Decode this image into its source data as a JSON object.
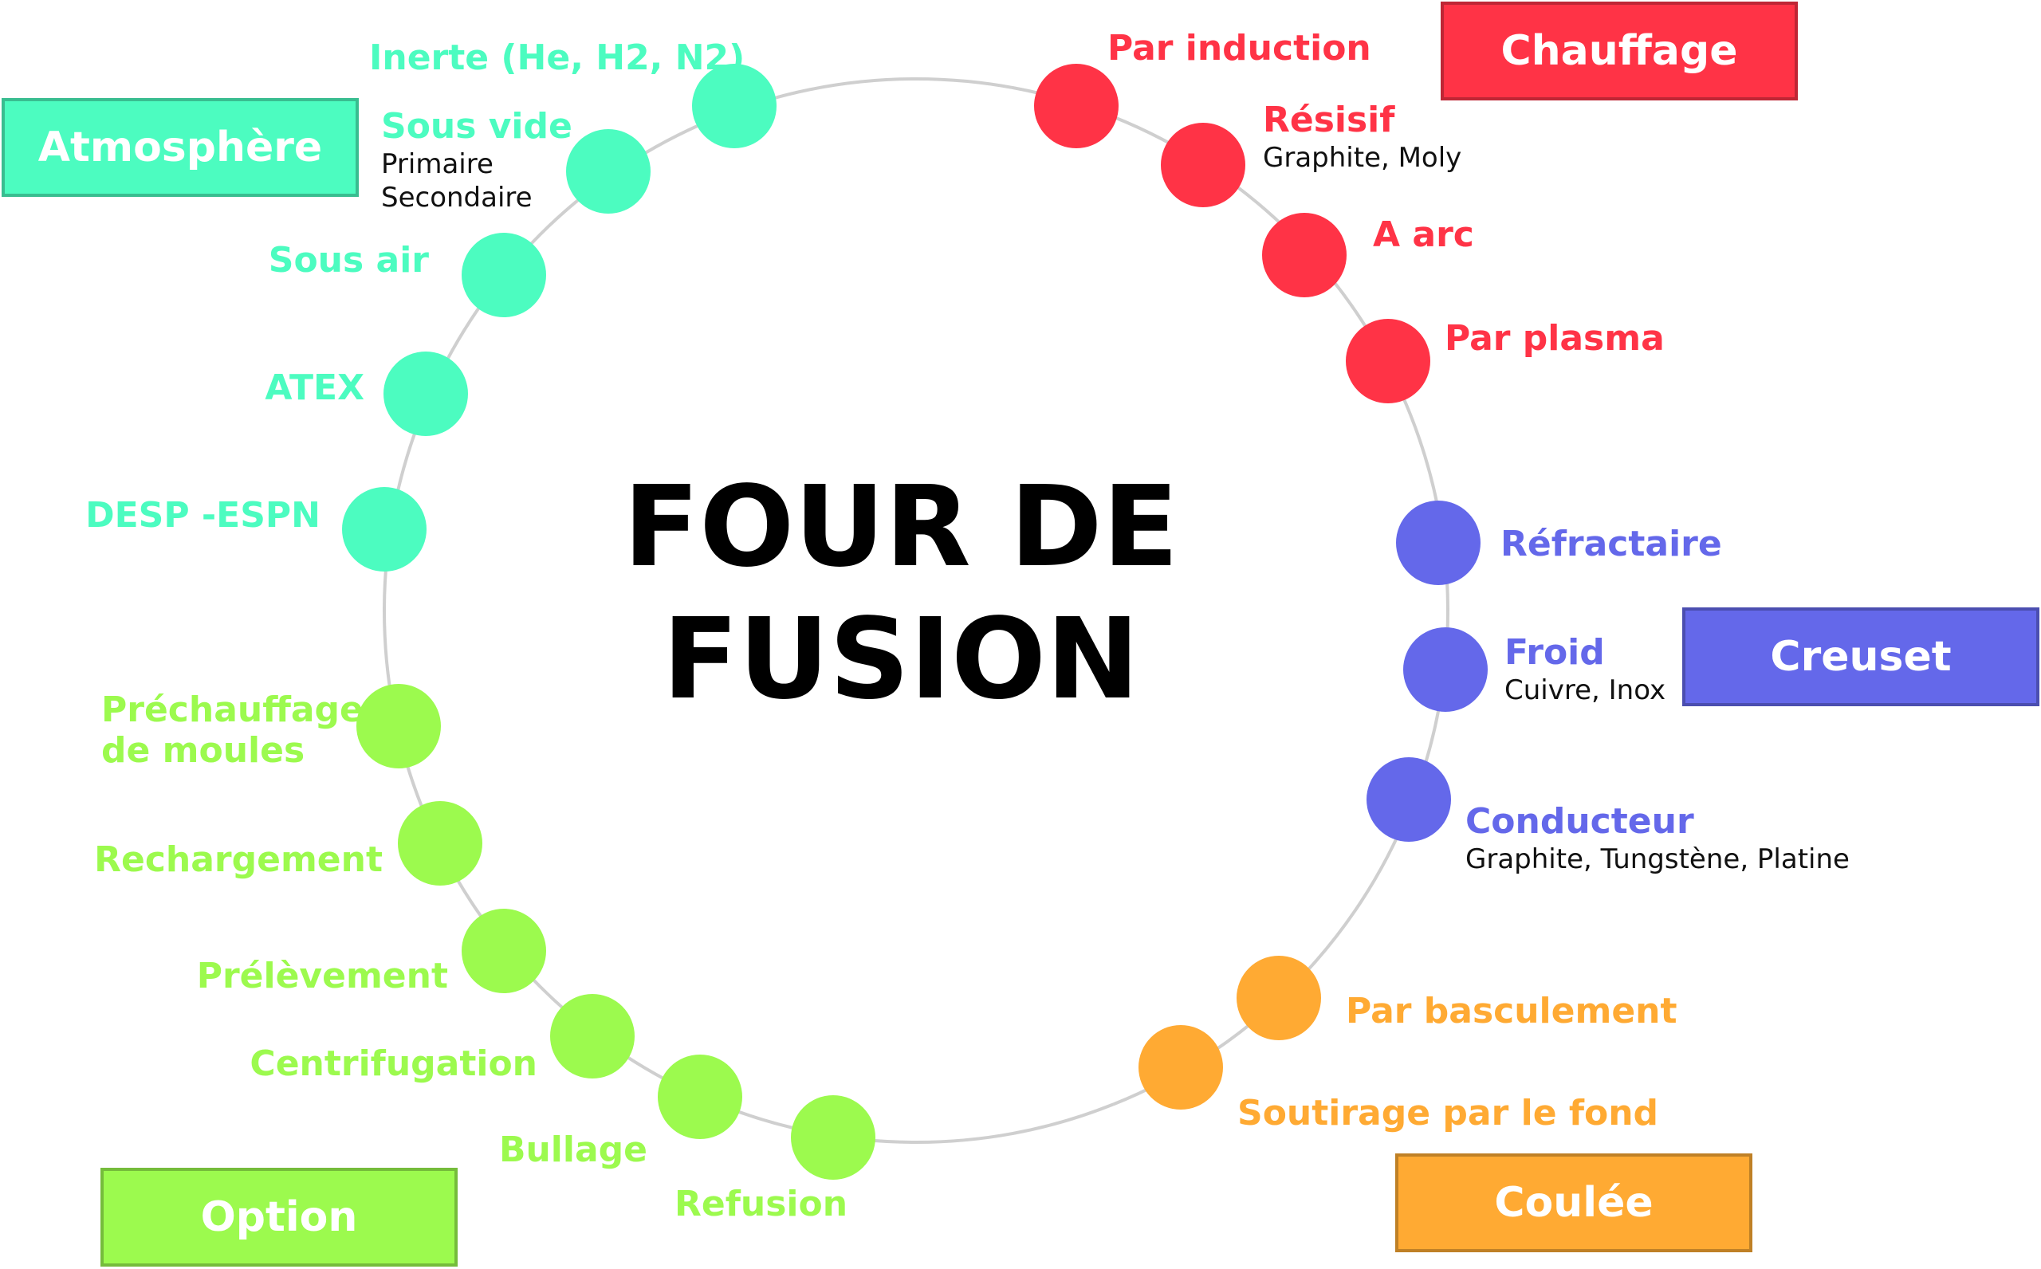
{
  "title": {
    "line1": "FOUR DE",
    "line2": "FUSION"
  },
  "categories": {
    "atmosphere": {
      "label": "Atmosphère",
      "color": "#4CFCC0"
    },
    "chauffage": {
      "label": "Chauffage",
      "color": "#FF3346"
    },
    "creuset": {
      "label": "Creuset",
      "color": "#6468EA"
    },
    "coulee": {
      "label": "Coulée",
      "color": "#FFAA33"
    },
    "option": {
      "label": "Option",
      "color": "#9CFA4E"
    }
  },
  "items": {
    "inerte": {
      "label": "Inerte (He, H2, N2)"
    },
    "sous_vide": {
      "label": "Sous vide",
      "sub1": "Primaire",
      "sub2": "Secondaire"
    },
    "sous_air": {
      "label": "Sous air"
    },
    "atex": {
      "label": "ATEX"
    },
    "desp": {
      "label": "DESP -ESPN"
    },
    "par_induction": {
      "label": "Par induction"
    },
    "resisif": {
      "label": "Résisif",
      "sub1": "Graphite, Moly"
    },
    "a_arc": {
      "label": "A arc"
    },
    "par_plasma": {
      "label": "Par plasma"
    },
    "refractaire": {
      "label": "Réfractaire"
    },
    "froid": {
      "label": "Froid",
      "sub1": "Cuivre, Inox"
    },
    "conducteur": {
      "label": "Conducteur",
      "sub1": "Graphite, Tungstène, Platine"
    },
    "par_basculement": {
      "label": "Par basculement"
    },
    "soutirage": {
      "label": "Soutirage par le fond"
    },
    "prechauffage": {
      "label": "Préchauffage",
      "label2": "de moules"
    },
    "rechargement": {
      "label": "Rechargement"
    },
    "prelevement": {
      "label": "Prélèvement"
    },
    "centrifugation": {
      "label": "Centrifugation"
    },
    "bullage": {
      "label": "Bullage"
    },
    "refusion": {
      "label": "Refusion"
    }
  }
}
